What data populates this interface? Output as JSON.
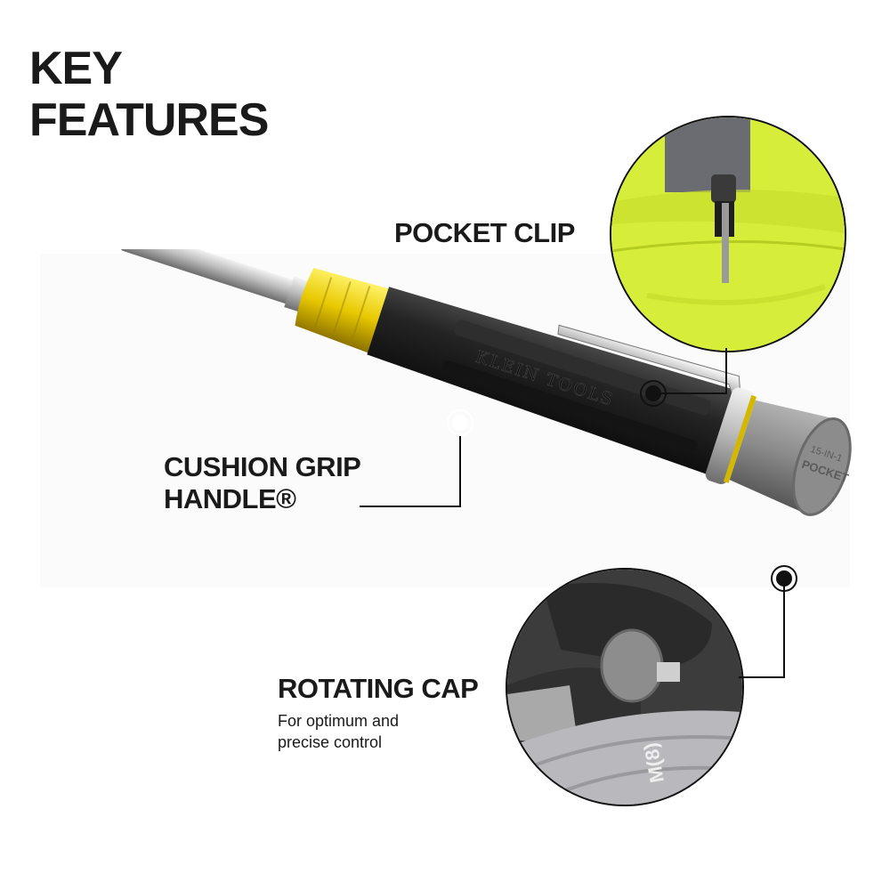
{
  "heading": {
    "line1": "KEY",
    "line2": "FEATURES"
  },
  "features": [
    {
      "id": "pocket-clip",
      "label": "POCKET CLIP"
    },
    {
      "id": "cushion-grip",
      "label_line1": "CUSHION GRIP",
      "label_line2": "HANDLE®"
    },
    {
      "id": "rotating-cap",
      "label": "ROTATING CAP",
      "description_line1": "For optimum and",
      "description_line2": "precise control"
    }
  ],
  "product": {
    "brand_text": "KLEIN TOOLS",
    "cap_text_line1": "15-IN-1",
    "cap_text_line2": "POCKET",
    "glove_text": "M(8)"
  },
  "colors": {
    "text": "#1a1a1a",
    "handle_yellow": "#e8c800",
    "handle_black": "#1c1c1c",
    "cap_gray": "#8a8a8a",
    "vest_yellow": "#d9f03a",
    "shaft_silver": "#c8c8c8",
    "background": "#ffffff"
  }
}
